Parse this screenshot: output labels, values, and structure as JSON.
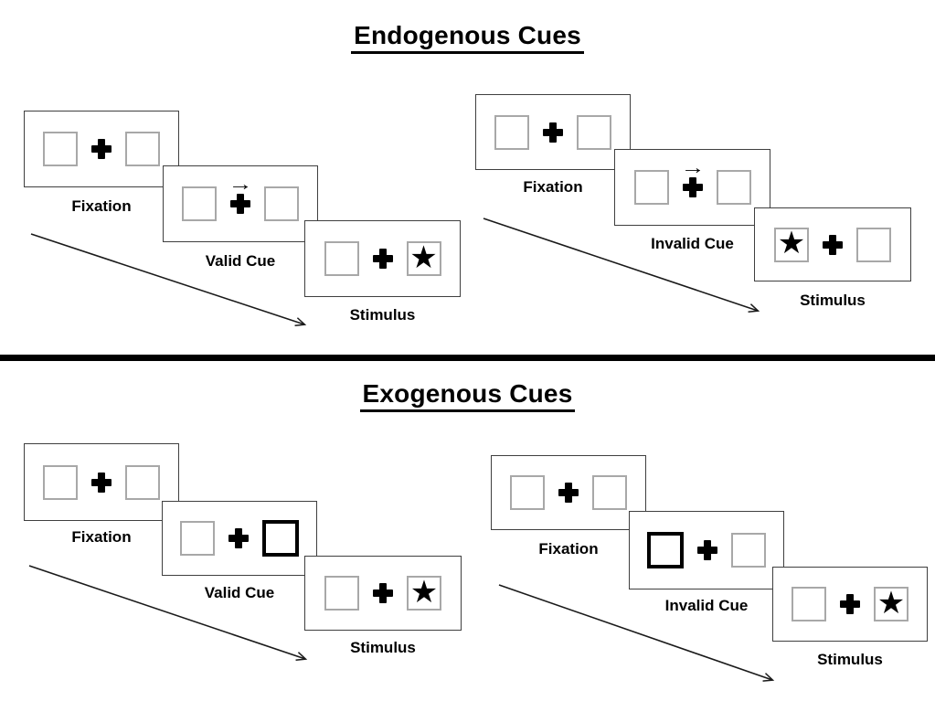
{
  "figure": {
    "kind": "posner-cueing-task-diagram",
    "background": "#ffffff"
  },
  "colors": {
    "panel_border": "#3f3f3f",
    "box_border": "#a8a8a8",
    "ink": "#000000",
    "background": "#ffffff"
  },
  "icons": {
    "star_glyph": "★",
    "cue_arrow_glyph": "→",
    "fixation_cross": "heavy-plus-css-shape",
    "timeline_arrow": "diagonal-line-with-open-arrowhead"
  },
  "sections": [
    {
      "title": "Endogenous Cues",
      "sequences": [
        {
          "name": "valid-cue-sequence",
          "steps": [
            {
              "label": "Fixation",
              "cue": "none",
              "target": "none"
            },
            {
              "label": "Valid Cue",
              "cue": "central-arrow-right",
              "target": "none"
            },
            {
              "label": "Stimulus",
              "cue": "none",
              "target": "star-in-right-box"
            }
          ]
        },
        {
          "name": "invalid-cue-sequence",
          "steps": [
            {
              "label": "Fixation",
              "cue": "none",
              "target": "none"
            },
            {
              "label": "Invalid Cue",
              "cue": "central-arrow-right",
              "target": "none"
            },
            {
              "label": "Stimulus",
              "cue": "none",
              "target": "star-in-left-box"
            }
          ]
        }
      ]
    },
    {
      "title": "Exogenous Cues",
      "sequences": [
        {
          "name": "valid-cue-sequence",
          "steps": [
            {
              "label": "Fixation",
              "cue": "none",
              "target": "none"
            },
            {
              "label": "Valid Cue",
              "cue": "right-box-highlighted",
              "target": "none"
            },
            {
              "label": "Stimulus",
              "cue": "none",
              "target": "star-in-right-box"
            }
          ]
        },
        {
          "name": "invalid-cue-sequence",
          "steps": [
            {
              "label": "Fixation",
              "cue": "none",
              "target": "none"
            },
            {
              "label": "Invalid Cue",
              "cue": "left-box-highlighted",
              "target": "none"
            },
            {
              "label": "Stimulus",
              "cue": "none",
              "target": "star-in-right-box"
            }
          ]
        }
      ]
    }
  ]
}
